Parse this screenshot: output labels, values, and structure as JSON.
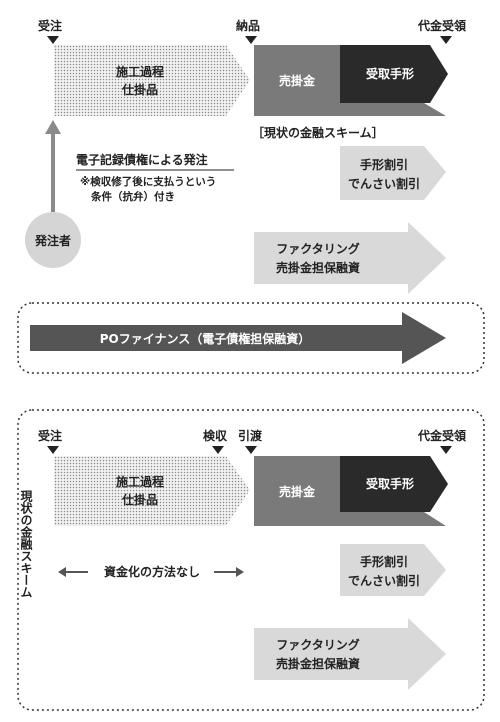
{
  "top": {
    "label_order": "受注",
    "label_delivery": "納品",
    "label_payment": "代金受領",
    "wip_line1": "施工過程",
    "wip_line2": "仕掛品",
    "receivable": "売掛金",
    "bill": "受取手形",
    "scheme_title": "［現状の金融スキーム］",
    "ecord_title": "電子記録債権による発注",
    "ecord_note1": "※検収修了後に支払うという",
    "ecord_note2": "条件（抗弁）付き",
    "orderer": "発注者",
    "discount_line1": "手形割引",
    "discount_line2": "でんさい割引",
    "factoring_line1": "ファクタリング",
    "factoring_line2": "売掛金担保融資",
    "po_finance": "POファイナンス（電子債権担保融資）"
  },
  "bottom": {
    "label_order": "受注",
    "label_inspection": "検収",
    "label_handover": "引渡",
    "label_payment": "代金受領",
    "wip_line1": "施工過程",
    "wip_line2": "仕掛品",
    "receivable": "売掛金",
    "bill": "受取手形",
    "no_method": "資金化の方法なし",
    "side_label": "現状の金融スキーム",
    "discount_line1": "手形割引",
    "discount_line2": "でんさい割引",
    "factoring_line1": "ファクタリング",
    "factoring_line2": "売掛金担保融資"
  },
  "colors": {
    "dark": "#2a2a2a",
    "mid_gray": "#7a7a7a",
    "light_gray": "#d9d9d9",
    "dotted_fill": "#dcdcdc"
  }
}
